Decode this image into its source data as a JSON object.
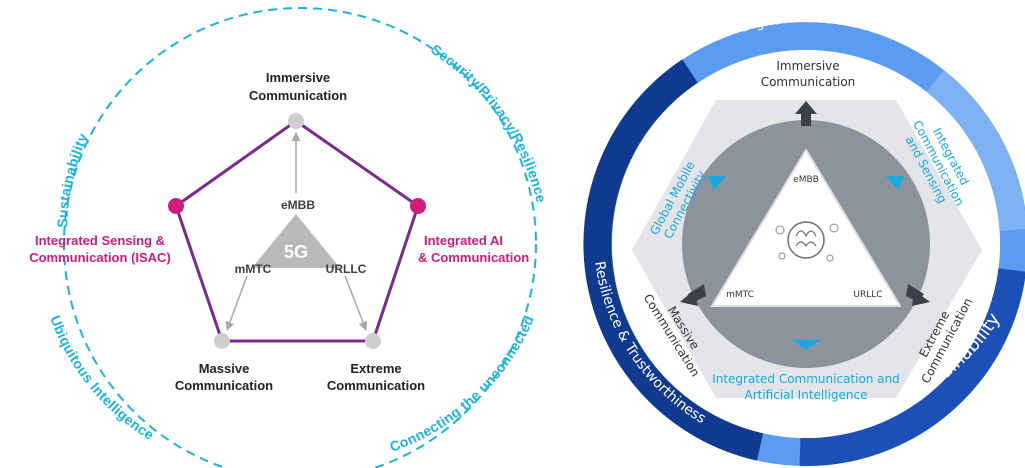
{
  "left": {
    "outer_labels": {
      "sustainability": "Sustainability",
      "security": "Security/Privacy/Resilience",
      "ubiquitous": "Ubiquitous Intelligence",
      "connecting": "Connecting the unconnected"
    },
    "nodes": {
      "immersive_line1": "Immersive",
      "immersive_line2": "Communication",
      "isac_line1": "Integrated Sensing &",
      "isac_line2": "Communication (ISAC)",
      "ai_line1": "Integrated AI",
      "ai_line2": "& Communication",
      "massive_line1": "Massive",
      "massive_line2": "Communication",
      "extreme_line1": "Extreme",
      "extreme_line2": "Communication"
    },
    "core": {
      "center": "5G",
      "embb": "eMBB",
      "mmtc": "mMTC",
      "urllc": "URLLC"
    },
    "colors": {
      "dashed_ring": "#1ab4dc",
      "pentagon": "#7a2a8c",
      "magenta": "#d01c7e",
      "gray_node": "#cfcfcf"
    }
  },
  "right": {
    "ring_labels": {
      "digital_inclusion": "Digital Inclusion",
      "sustainability": "Sustainability",
      "resilience": "Resilience & Trustworthiness"
    },
    "hex_labels": {
      "immersive_line1": "Immersive",
      "immersive_line2": "Communication",
      "global_line1": "Global Mobile",
      "global_line2": "Connectivity",
      "integrated_line1": "Integrated",
      "integrated_line2": "Communication",
      "integrated_line3": "and Sensing",
      "massive_line1": "Massive",
      "massive_line2": "Communication",
      "extreme_line1": "Extreme",
      "extreme_line2": "Communication",
      "icai_line1": "Integrated Communication and",
      "icai_line2": "Artificial Intelligence"
    },
    "core": {
      "embb": "eMBB",
      "mmtc": "mMTC",
      "urllc": "URLLC"
    },
    "colors": {
      "ring_light": "#5b9cf0",
      "ring_dark": "#1d4fb8",
      "ring_navy": "#0f3a8f",
      "hexagon": "#e3e5e9",
      "disc": "#8d939c",
      "accent": "#18a8e0"
    }
  }
}
